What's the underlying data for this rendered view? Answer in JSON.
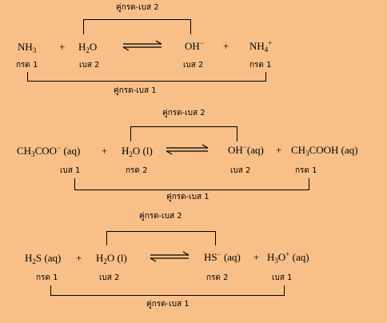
{
  "pair_label": "คู่กรด-เบส",
  "num_1": "1",
  "num_2": "2",
  "acid_1": "กรด 1",
  "acid_2": "กรด 2",
  "base_1": "เบส 1",
  "base_2": "เบส 2",
  "plus": "+",
  "r1": {
    "pair_top": "คู่กรด-เบส 2",
    "pair_bottom": "คู่กรด-เบส 1",
    "nh3_main": "NH",
    "nh3_sub": "3",
    "h2o_h": "H",
    "h2o_sub": "2",
    "h2o_o": "O",
    "oh_main": "OH",
    "oh_sup": "−",
    "nh4_main": "NH",
    "nh4_sub": "4",
    "nh4_sup": "+",
    "l_nh3": "กรด 1",
    "l_h2o": "เบส 2",
    "l_oh": "เบส 2",
    "l_nh4": "กรด 1"
  },
  "r2": {
    "pair_top": "คู่กรด-เบส 2",
    "pair_bottom": "คู่กรด-เบส 1",
    "acetate_a": "CH",
    "acetate_sub": "3",
    "acetate_b": "COO",
    "acetate_sup": "−",
    "acetate_c": " (aq)",
    "h2o_h": "H",
    "h2o_sub": "2",
    "h2o_o": "O (l)",
    "oh_main": "OH",
    "oh_sup": "−",
    "oh_aq": "(aq)",
    "acid_a": "CH",
    "acid_sub": "3",
    "acid_b": "COOH (aq)",
    "l_acetate": "เบส 1",
    "l_h2o": "กรด 2",
    "l_oh": "เบส 2",
    "l_acid": "กรด 1"
  },
  "r3": {
    "pair_top": "คู่กรด-เบส 2",
    "pair_bottom": "คู่กรด-เบส 1",
    "h2s_h": "H",
    "h2s_sub": "2",
    "h2s_s": "S (aq)",
    "h2o_h": "H",
    "h2o_sub": "2",
    "h2o_o": "O (l)",
    "hs_main": "HS",
    "hs_sup": "−",
    "hs_aq": " (aq)",
    "h3o_h": "H",
    "h3o_sub": "3",
    "h3o_o": "O",
    "h3o_sup": "+",
    "h3o_aq": " (aq)",
    "l_h2s": "กรด 1",
    "l_h2o": "เบส 2",
    "l_hs": "กรด 2",
    "l_h3o": "เบส 1"
  },
  "colors": {
    "background": "#F8C088",
    "ink": "#000000"
  }
}
